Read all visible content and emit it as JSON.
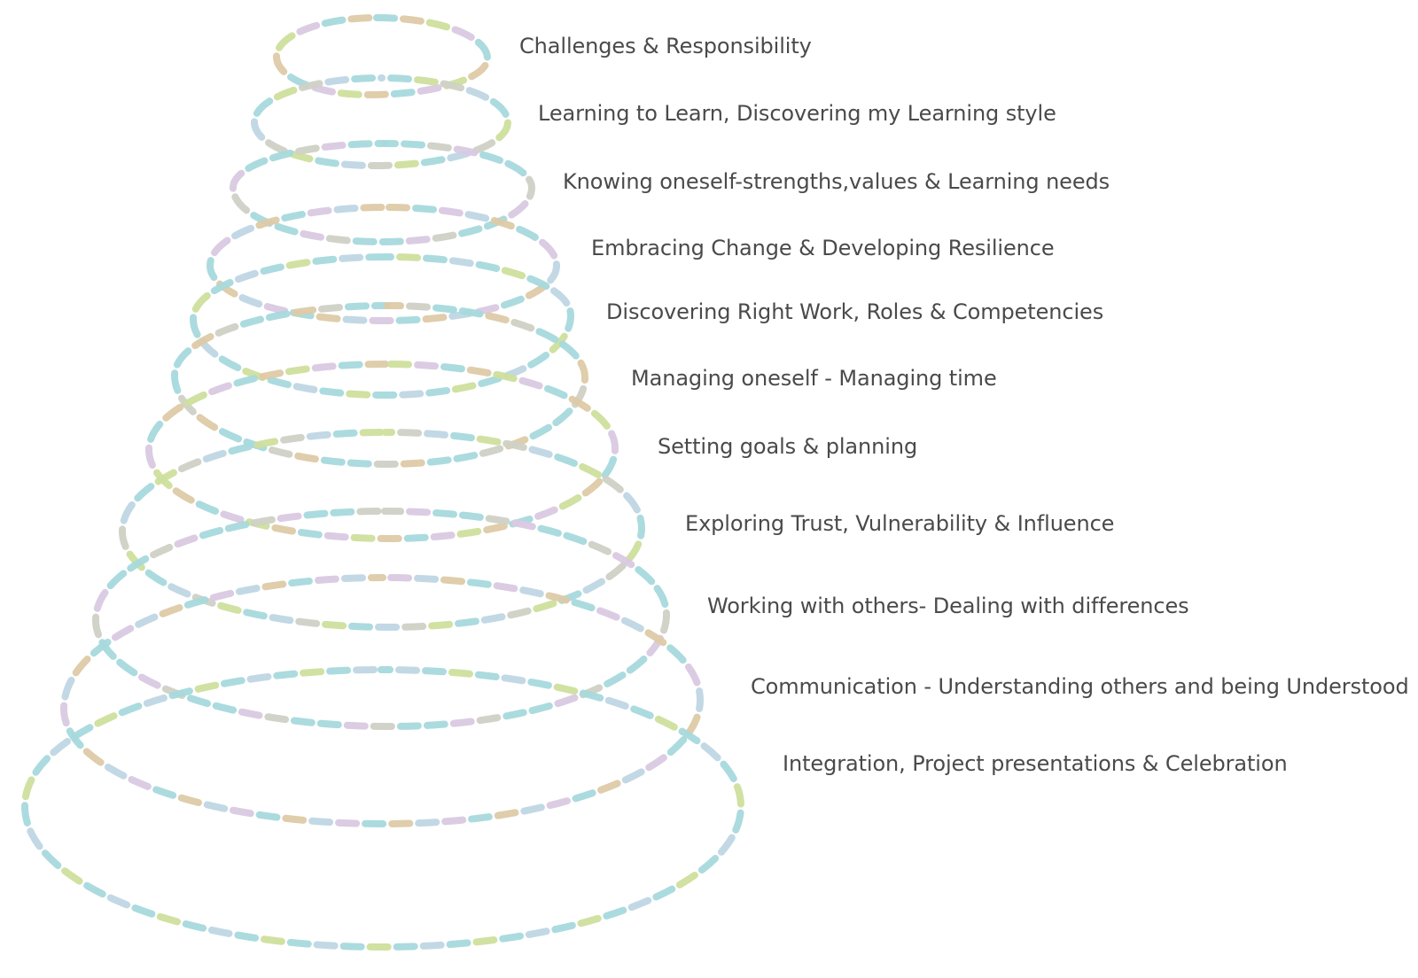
{
  "diagram": {
    "stages": [
      {
        "label": "Challenges & Responsibility"
      },
      {
        "label": "Learning to Learn, Discovering my Learning style"
      },
      {
        "label": "Knowing oneself-strengths,values & Learning needs"
      },
      {
        "label": "Embracing Change & Developing Resilience"
      },
      {
        "label": "Discovering Right Work, Roles & Competencies"
      },
      {
        "label": "Managing oneself - Managing time"
      },
      {
        "label": "Setting goals & planning"
      },
      {
        "label": "Exploring Trust, Vulnerability & Influence"
      },
      {
        "label": "Working with others- Dealing with differences"
      },
      {
        "label": "Communication - Understanding others and being Understood"
      },
      {
        "label": "Integration, Project presentations & Celebration"
      }
    ],
    "colors": {
      "label_text": "#4a4a4a",
      "ring_cyan": "#a6d9dc",
      "ring_tan": "#ddcaa6",
      "ring_green": "#cddf9d",
      "ring_gray": "#cfd1c6",
      "ring_lavender": "#d9c9e2",
      "ring_blue": "#bfd6e4"
    }
  }
}
